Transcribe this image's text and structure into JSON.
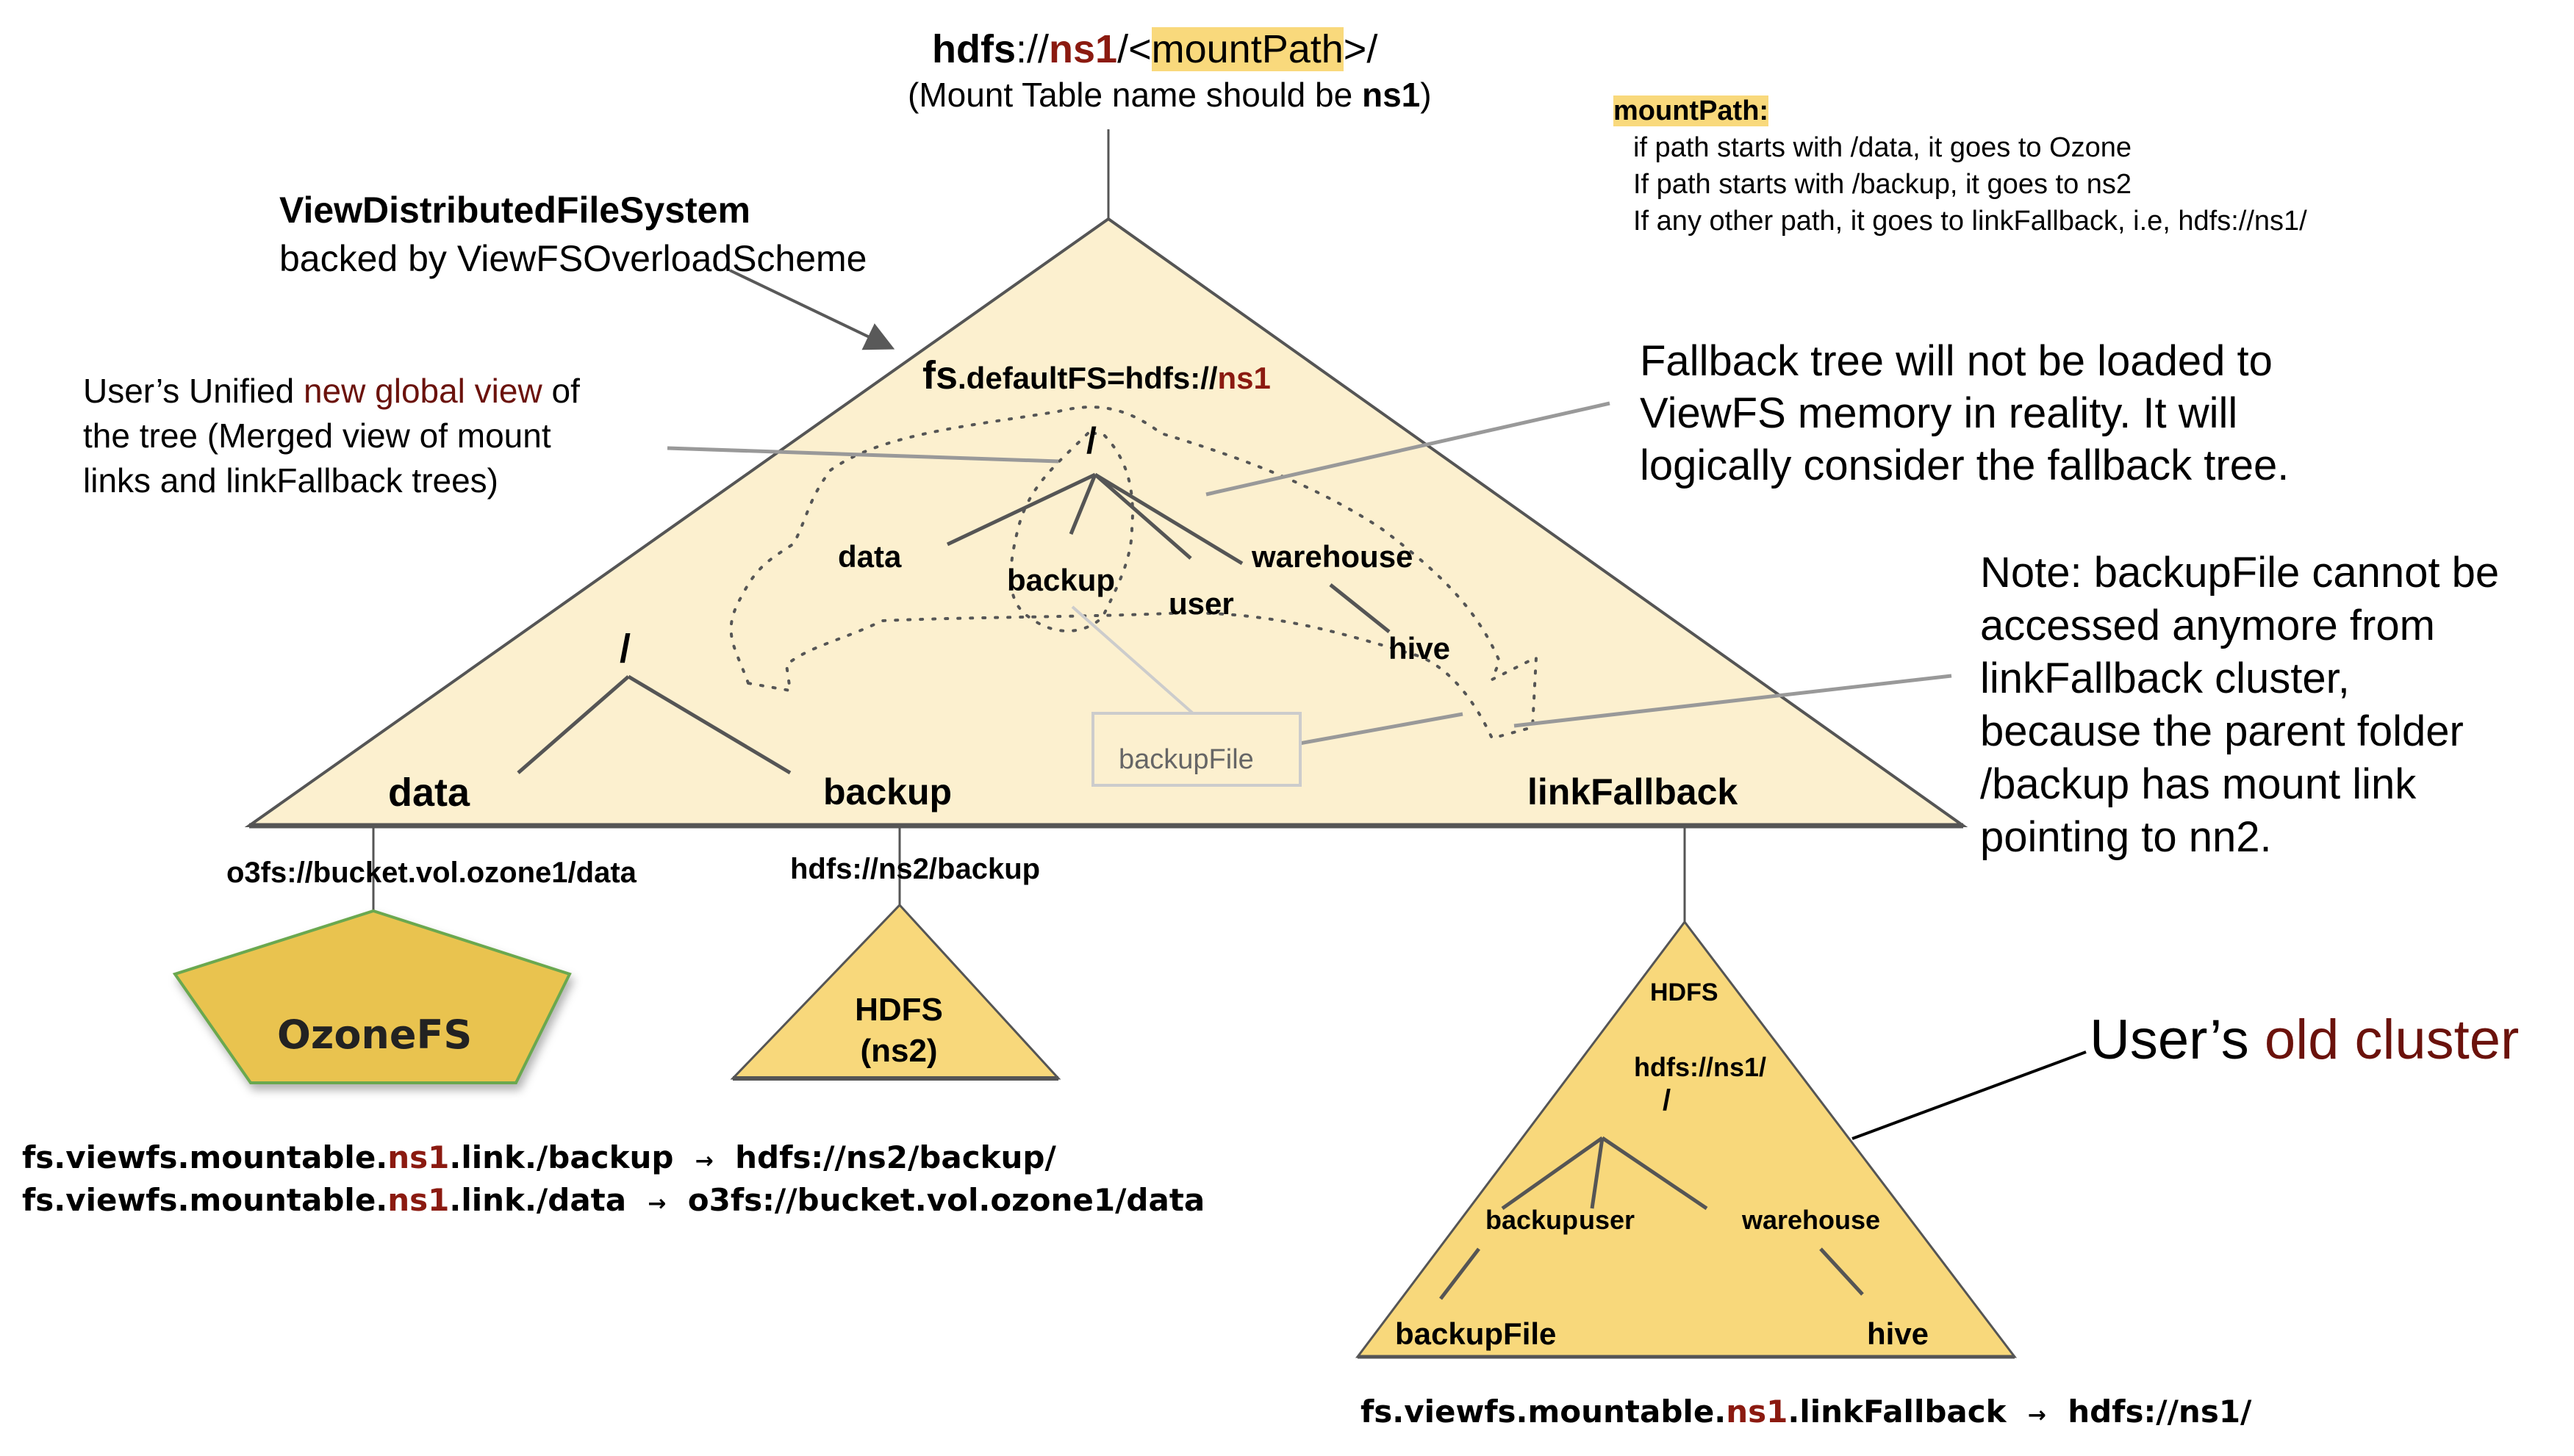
{
  "header": {
    "uri_bold": "hdfs",
    "uri_sep": "://",
    "uri_ns": "ns1",
    "uri_mid": "/<",
    "uri_mount": "mountPath",
    "uri_end": ">/",
    "subtitle_prefix": "(Mount Table name should be ",
    "subtitle_bold": "ns1",
    "subtitle_suffix": ")"
  },
  "mount_rules": {
    "heading": "mountPath:",
    "lines": [
      "if path starts with /data, it goes to Ozone",
      "If path starts with /backup, it goes to ns2",
      "If any other path, it goes to linkFallback, i.e, hdfs://ns1/"
    ]
  },
  "view_fs": {
    "title": "ViewDistributedFileSystem",
    "subtitle": "backed by ViewFSOverloadScheme",
    "default_fs_prefix": "fs",
    "default_fs_mid": ".defaultFS=hdfs://",
    "default_fs_ns": "ns1"
  },
  "unified_note": {
    "prefix": "User’s Unified ",
    "highlight": "new global view",
    "suffix": " of",
    "line2": "the tree (Merged view of mount",
    "line3": "links and linkFallback trees)"
  },
  "fallback_note": {
    "lines": [
      "Fallback tree will not be loaded to",
      "ViewFS memory in reality. It will",
      "logically consider the fallback tree."
    ]
  },
  "backup_note": {
    "lines": [
      "Note: backupFile cannot be",
      "accessed anymore from",
      "linkFallback cluster,",
      "because the parent folder",
      "/backup has mount link",
      "pointing to nn2."
    ]
  },
  "merged_tree": {
    "root": "/",
    "children": [
      "data",
      "backup",
      "user",
      "warehouse"
    ],
    "grandchild": "hive",
    "hidden_file": "backupFile"
  },
  "mount_tree": {
    "root": "/",
    "children": [
      "data",
      "backup"
    ],
    "fallback_label": "linkFallback"
  },
  "targets": {
    "ozone_uri": "o3fs://bucket.vol.ozone1/data",
    "ns2_uri": "hdfs://ns2/backup",
    "ozone_label": "OzoneFS",
    "hdfs_ns2_line1": "HDFS",
    "hdfs_ns2_line2": "(ns2)"
  },
  "old_cluster": {
    "label_prefix": "User’s ",
    "label_highlight": "old cluster",
    "fs_label": "HDFS",
    "uri": "hdfs://ns1/",
    "root": "/",
    "children": [
      "backup",
      "user",
      "warehouse"
    ],
    "grandchildren": [
      "backupFile",
      "hive"
    ]
  },
  "config": {
    "links": [
      {
        "prefix": "fs.viewfs.mountable.",
        "ns": "ns1",
        "suffix": ".link./backup",
        "arrow": "→",
        "target": "hdfs://ns2/backup/"
      },
      {
        "prefix": "fs.viewfs.mountable.",
        "ns": "ns1",
        "suffix": ".link./data",
        "arrow": "→",
        "target": "o3fs://bucket.vol.ozone1/data"
      }
    ],
    "fallback": {
      "prefix": "fs.viewfs.mountable.",
      "ns": "ns1",
      "suffix": ".linkFallback",
      "arrow": "→",
      "target": "hdfs://ns1/"
    }
  },
  "colors": {
    "main_triangle_fill": "#fcf0cf",
    "cluster_fill": "#f8d87b",
    "ozone_fill": "#e9c350",
    "ozone_stroke": "#6aa84f",
    "ns_red": "#8b1a10",
    "edge": "#555555",
    "leader": "#999999"
  }
}
